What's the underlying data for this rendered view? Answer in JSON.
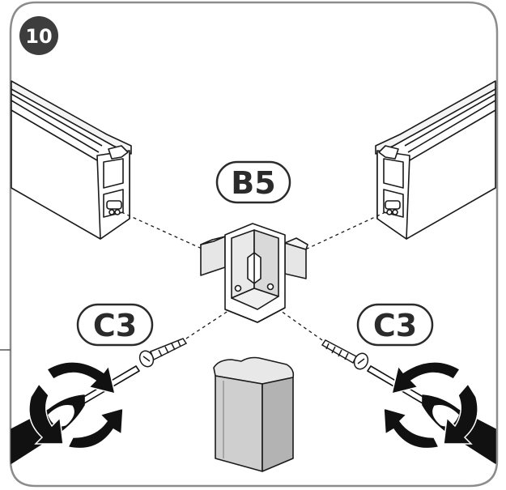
{
  "step": {
    "number": "10"
  },
  "labels": {
    "part_bracket": "B5",
    "screw_left": "C3",
    "screw_right": "C3"
  },
  "colors": {
    "frame": "#8c8c8c",
    "badge": "#3d3d3d",
    "ink": "#1a1a1a",
    "profile_fill": "#ffffff",
    "cap_fill": "#c8c8c8",
    "bracket_fill": "#e6e6e6",
    "handle_fill": "#111111"
  },
  "icons": {
    "rotation_left": "rotate-arrows-icon",
    "rotation_right": "rotate-arrows-icon",
    "screwdriver_left": "screwdriver-icon",
    "screwdriver_right": "screwdriver-icon"
  }
}
